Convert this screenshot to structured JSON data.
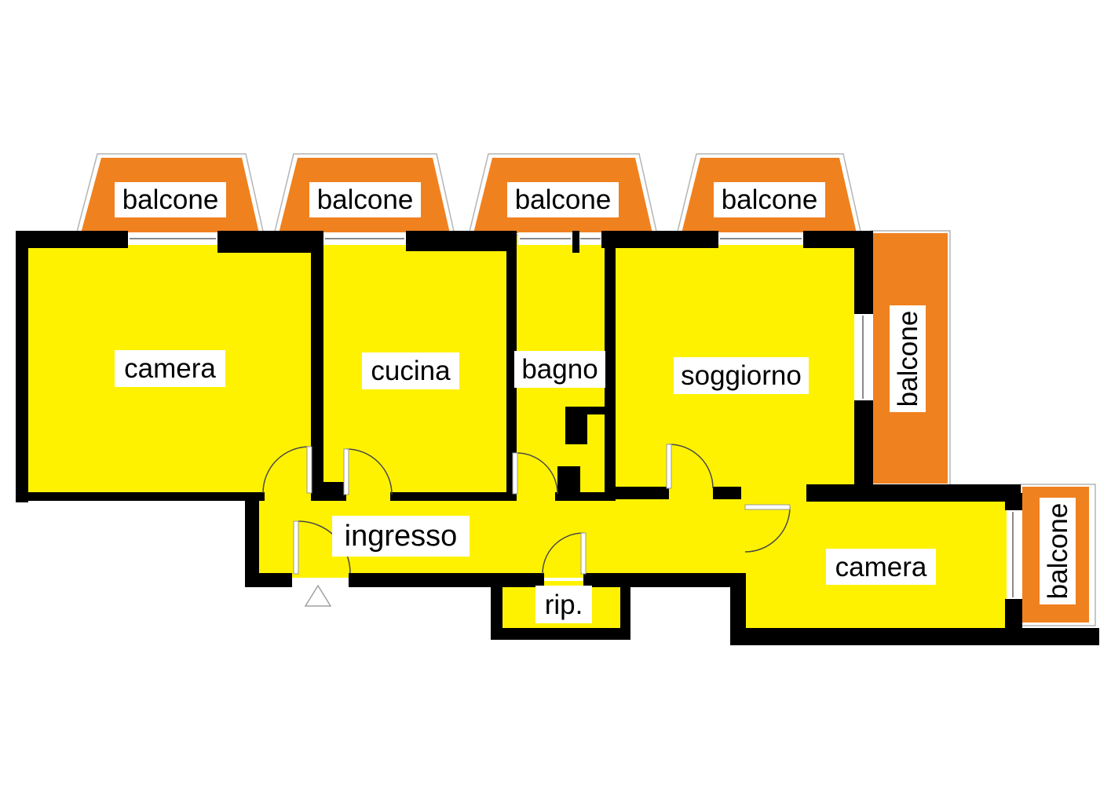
{
  "plan_type": "apartment-floor-plan",
  "language": "it",
  "colors": {
    "floor": "#FFF200",
    "balcony": "#F0811F",
    "wall": "#000000",
    "label_bg": "#FFFFFF",
    "label_text": "#000000",
    "outline": "#B4B4B4"
  },
  "labels": [
    {
      "id": "balcone-top-1",
      "text": "balcone"
    },
    {
      "id": "balcone-top-2",
      "text": "balcone"
    },
    {
      "id": "balcone-top-3",
      "text": "balcone"
    },
    {
      "id": "balcone-top-4",
      "text": "balcone"
    },
    {
      "id": "camera-1",
      "text": "camera"
    },
    {
      "id": "cucina",
      "text": "cucina"
    },
    {
      "id": "bagno",
      "text": "bagno"
    },
    {
      "id": "soggiorno",
      "text": "soggiorno"
    },
    {
      "id": "balcone-right",
      "text": "balcone"
    },
    {
      "id": "ingresso",
      "text": "ingresso"
    },
    {
      "id": "ripostiglio",
      "text": "rip."
    },
    {
      "id": "camera-2",
      "text": "camera"
    },
    {
      "id": "balcone-bottom-right",
      "text": "balcone"
    }
  ],
  "rooms": [
    "camera",
    "cucina",
    "bagno",
    "soggiorno",
    "ingresso",
    "rip.",
    "camera"
  ],
  "balcony_count": 6
}
